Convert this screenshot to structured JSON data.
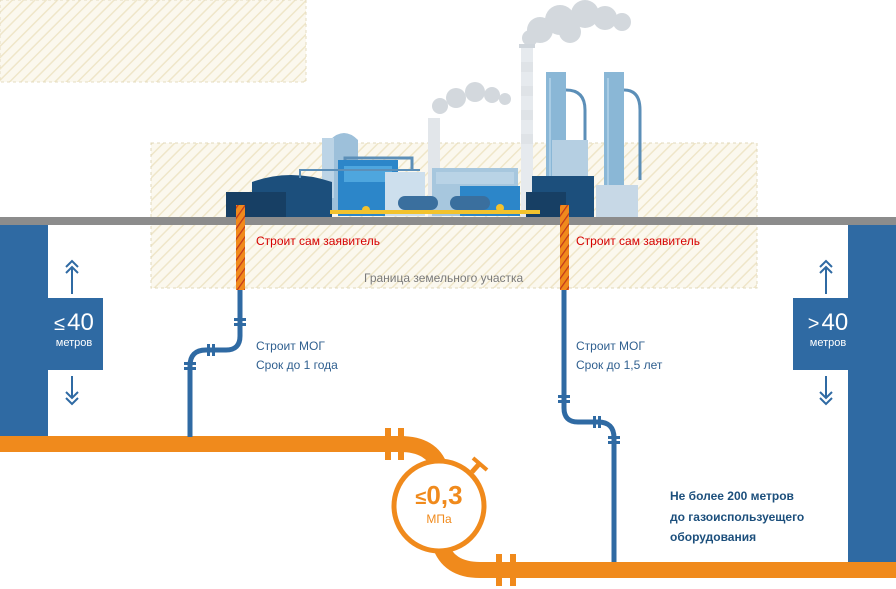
{
  "labels": {
    "builder_applicant_left": "Строит сам заявитель",
    "builder_applicant_right": "Строит сам заявитель",
    "plot_boundary": "Граница земельного участка",
    "builder_mog_left": "Строит МОГ",
    "term_left": "Срок до 1 года",
    "builder_mog_right": "Строит МОГ",
    "term_right": "Срок до 1,5 лет",
    "note_line1": "Не более 200 метров",
    "note_line2": "до газоиспользуещего",
    "note_line3": "оборудования"
  },
  "distance_left": {
    "symbol": "≤",
    "value": "40",
    "unit": "метров"
  },
  "distance_right": {
    "symbol": ">",
    "value": "40",
    "unit": "метров"
  },
  "pressure": {
    "symbol": "≤",
    "value": "0,3",
    "unit": "МПа"
  },
  "colors": {
    "gas_main": "#f08a1c",
    "service_pipe": "#2f6aa3",
    "applicant_pipe": "#e0602a",
    "ground": "#8c8c8c",
    "column": "#2f6aa3",
    "plot_hatch": "#eee6c8"
  }
}
